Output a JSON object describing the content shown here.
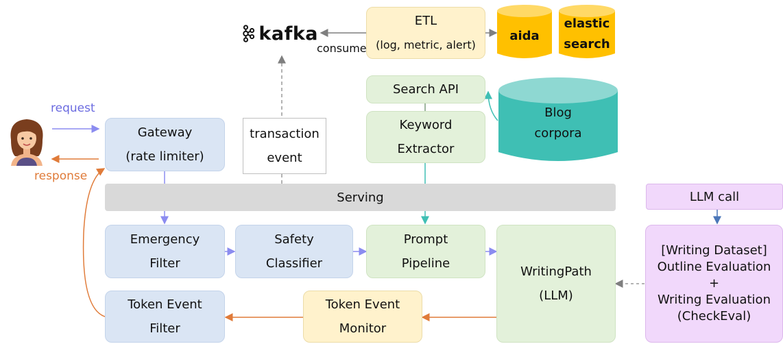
{
  "labels": {
    "request": "request",
    "response": "response",
    "consume": "consume"
  },
  "kafka": {
    "text": "kafka"
  },
  "etl": {
    "title": "ETL",
    "subtitle": "(log, metric, alert)"
  },
  "storage": {
    "aida": "aida",
    "elastic_line1": "elastic",
    "elastic_line2": "search"
  },
  "search_api": "Search API",
  "blog": {
    "line1": "Blog",
    "line2": "corpora"
  },
  "keyword": {
    "line1": "Keyword",
    "line2": "Extractor"
  },
  "gateway": {
    "line1": "Gateway",
    "line2": "(rate limiter)"
  },
  "transaction": {
    "line1": "transaction",
    "line2": "event"
  },
  "serving": "Serving",
  "llm_call": "LLM call",
  "emergency": {
    "line1": "Emergency",
    "line2": "Filter"
  },
  "safety": {
    "line1": "Safety",
    "line2": "Classifier"
  },
  "prompt": {
    "line1": "Prompt",
    "line2": "Pipeline"
  },
  "writingpath": {
    "line1": "WritingPath",
    "line2": "(LLM)"
  },
  "dataset": {
    "line1": "[Writing Dataset]",
    "line2": "Outline Evaluation",
    "line3": "+",
    "line4": "Writing Evaluation",
    "line5": "(CheckEval)"
  },
  "token_filter": {
    "line1": "Token Event",
    "line2": "Filter"
  },
  "token_monitor": {
    "line1": "Token Event",
    "line2": "Monitor"
  },
  "colors": {
    "blue_box": "#dae5f4",
    "green_box": "#e3f1da",
    "yellow_box": "#fff2cc",
    "purple_box": "#f1d8fb",
    "serving_bar": "#d9d9d9",
    "storage_yellow": "#ffc000",
    "blog_teal": "#3fbfb4",
    "request_arrow": "#8b8cf0",
    "response_arrow": "#e07b39"
  }
}
